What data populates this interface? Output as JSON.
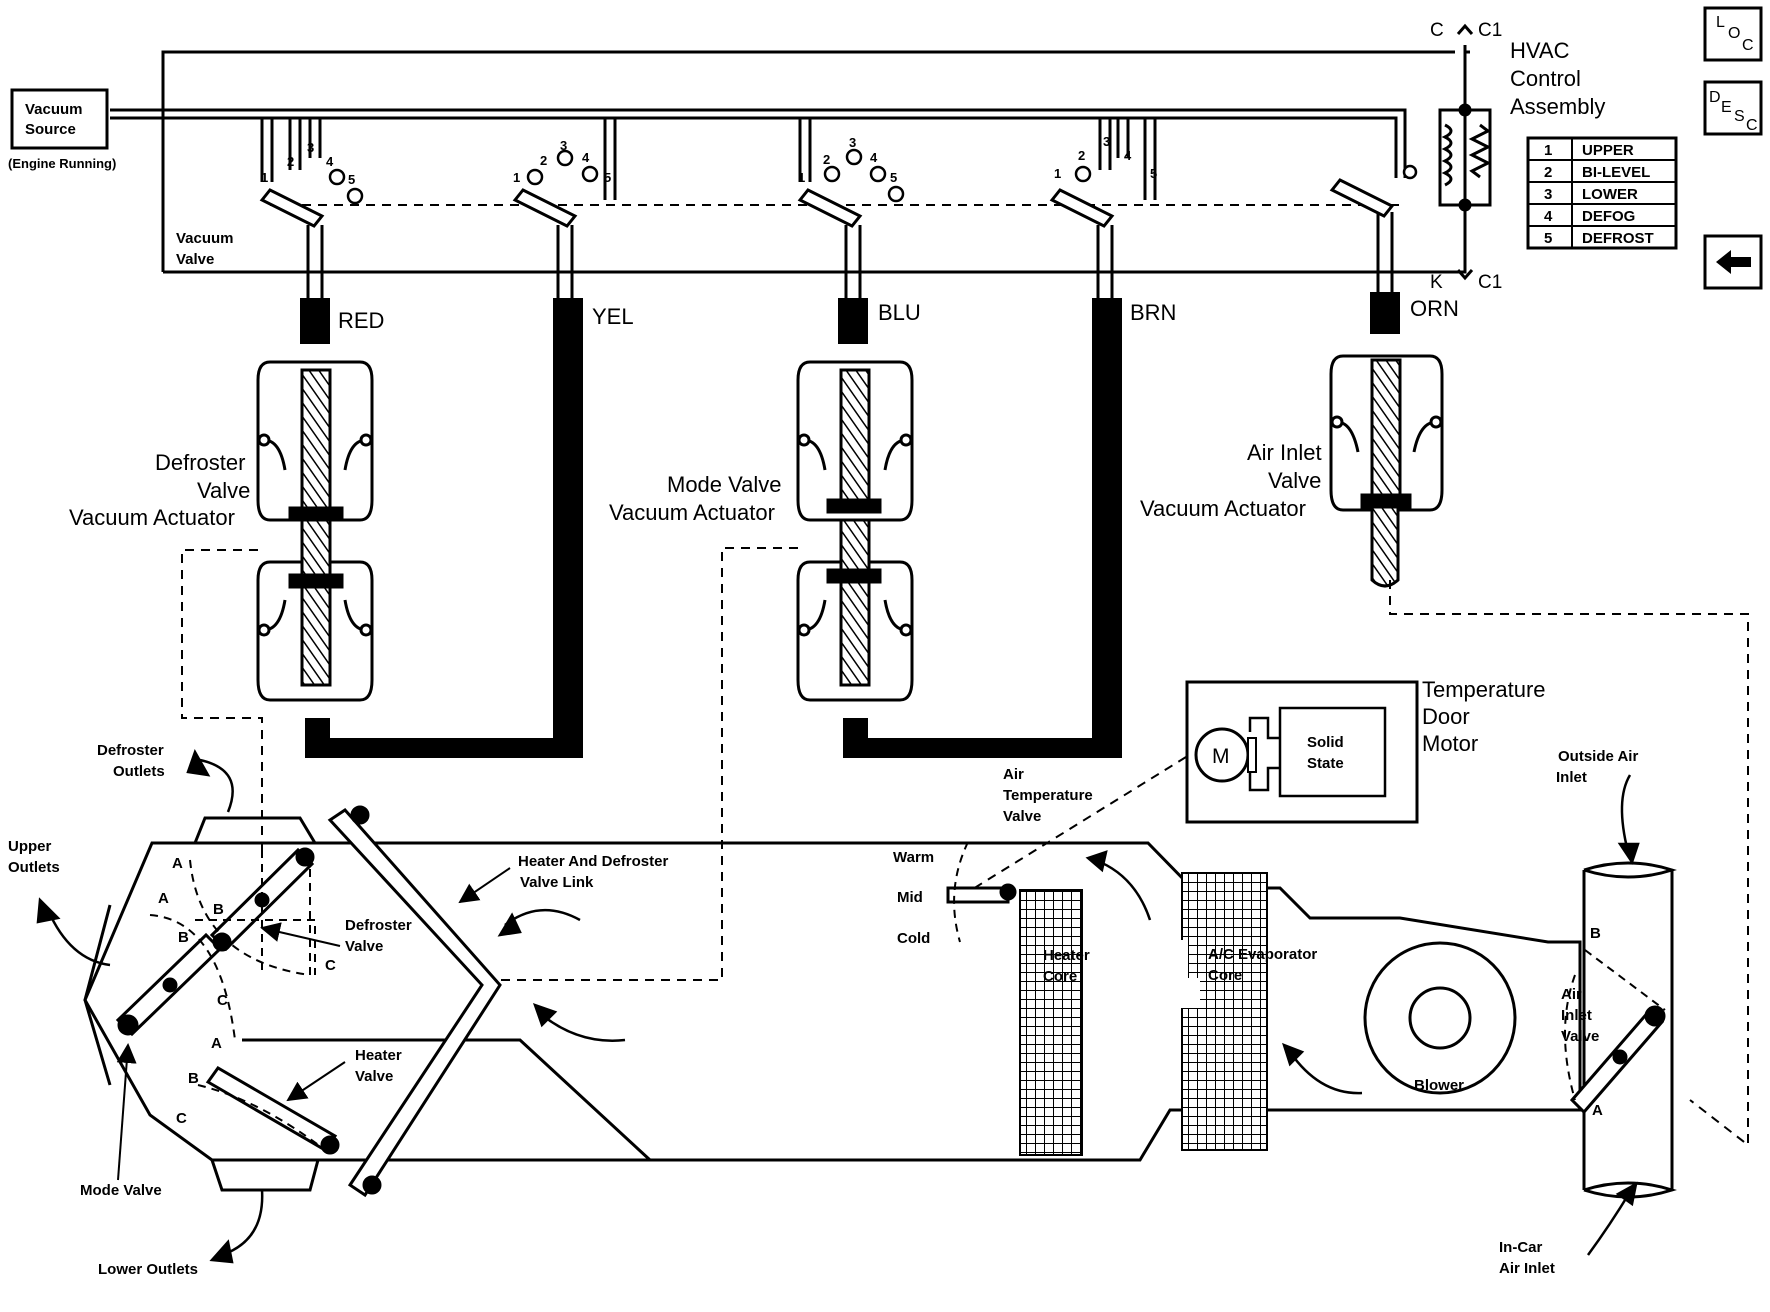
{
  "nav": {
    "loc": [
      "L",
      "O",
      "C"
    ],
    "desc": [
      "D",
      "E",
      "S",
      "C"
    ],
    "back_icon": "left-arrow-icon"
  },
  "source": {
    "vacuum_source": [
      "Vacuum",
      "Source"
    ],
    "engine_running": "(Engine Running)",
    "vacuum_valve": [
      "Vacuum",
      "Valve"
    ]
  },
  "control": {
    "title": [
      "HVAC",
      "Control",
      "Assembly"
    ],
    "c": "C",
    "c1_top": "C1",
    "k": "K",
    "c1_bottom": "C1"
  },
  "legend": [
    {
      "num": "1",
      "name": "UPPER"
    },
    {
      "num": "2",
      "name": "BI-LEVEL"
    },
    {
      "num": "3",
      "name": "LOWER"
    },
    {
      "num": "4",
      "name": "DEFOG"
    },
    {
      "num": "5",
      "name": "DEFROST"
    }
  ],
  "ports": [
    "1",
    "2",
    "3",
    "4",
    "5"
  ],
  "hoses": [
    "RED",
    "YEL",
    "BLU",
    "BRN",
    "ORN"
  ],
  "actuators": {
    "defroster": [
      "Defroster",
      "Valve",
      "Vacuum Actuator"
    ],
    "mode": [
      "Mode Valve",
      "Vacuum Actuator"
    ],
    "air_inlet": [
      "Air Inlet",
      "Valve",
      "Vacuum Actuator"
    ]
  },
  "motor": {
    "title": [
      "Temperature",
      "Door",
      "Motor"
    ],
    "m": "M",
    "solid_state": [
      "Solid",
      "State"
    ]
  },
  "case": {
    "defroster_outlets": [
      "Defroster",
      "Outlets"
    ],
    "upper_outlets": [
      "Upper",
      "Outlets"
    ],
    "lower_outlets": "Lower Outlets",
    "mode_valve": "Mode Valve",
    "defroster_valve": [
      "Defroster",
      "Valve"
    ],
    "heater_valve": [
      "Heater",
      "Valve"
    ],
    "link": [
      "Heater And Defroster",
      "Valve Link"
    ],
    "air_temp_valve": [
      "Air",
      "Temperature",
      "Valve"
    ],
    "warm": "Warm",
    "mid": "Mid",
    "cold": "Cold",
    "heater_core": [
      "Heater",
      "Core"
    ],
    "evap_core": [
      "A/C Evaporator",
      "Core"
    ],
    "blower": "Blower",
    "air_inlet_valve": [
      "Air",
      "Inlet",
      "Valve"
    ],
    "outside_air": [
      "Outside Air",
      "Inlet"
    ],
    "in_car_air": [
      "In-Car",
      "Air Inlet"
    ],
    "letters": {
      "a": "A",
      "b": "B",
      "c": "C"
    }
  }
}
